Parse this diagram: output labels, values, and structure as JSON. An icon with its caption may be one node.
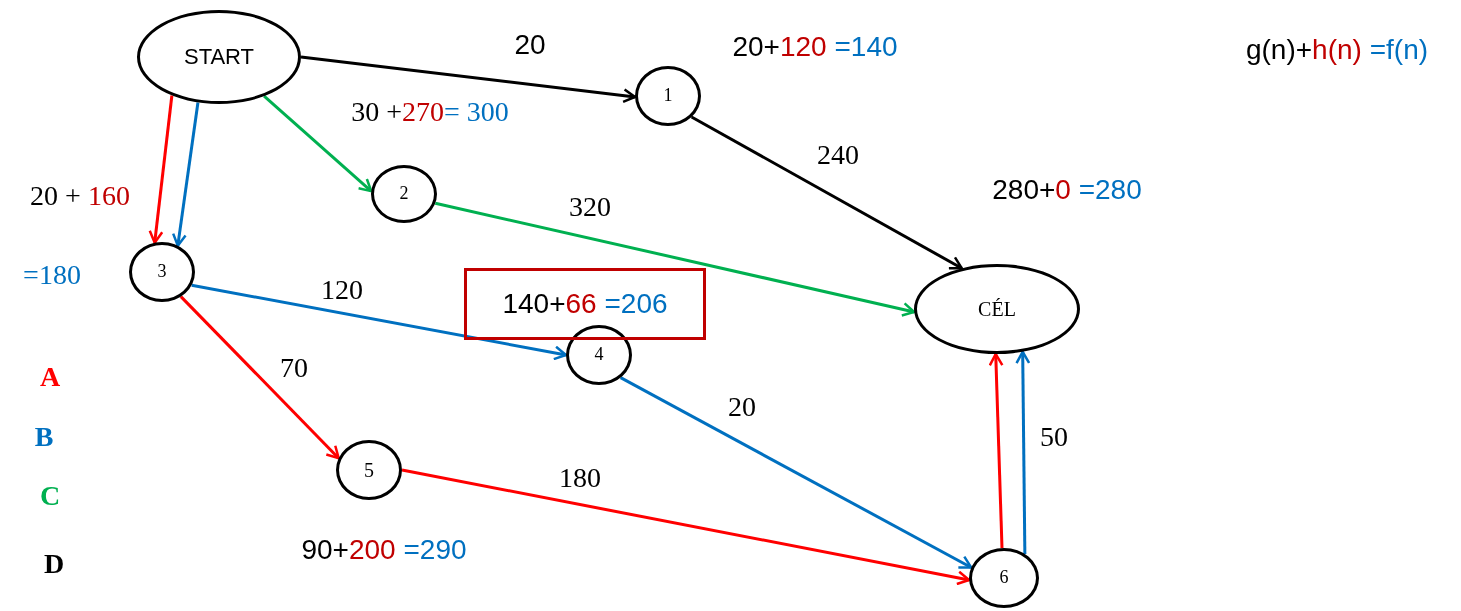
{
  "diagram": {
    "title": "g(n)+h(n) =f(n)",
    "nodes": [
      {
        "text": [
          "START"
        ]
      },
      {
        "text": [
          "1"
        ],
        "beside": [
          "20+120 =140"
        ]
      },
      {
        "text": [
          "2"
        ],
        "beside": [
          "30 +270= 300"
        ]
      },
      {
        "text": [
          "3"
        ],
        "beside": [
          "20 + 160",
          "=180"
        ]
      },
      {
        "text": [
          "4"
        ]
      },
      {
        "text": [
          "5"
        ],
        "beside": [
          "90+200 =290"
        ]
      },
      {
        "text": [
          "6"
        ]
      },
      {
        "text": [
          "CÉL"
        ],
        "beside": [
          "280+0 =280"
        ]
      },
      {
        "text": [
          "140+66 =206"
        ]
      }
    ],
    "edges": [
      {
        "from": 0,
        "to": 1,
        "arrow": "to",
        "label": "20",
        "color": "#000000"
      },
      {
        "from": 0,
        "to": 3,
        "arrow": "to",
        "color": "#ff0000"
      },
      {
        "from": 0,
        "to": 3,
        "arrow": "to",
        "color": "#0070c0"
      },
      {
        "from": 0,
        "to": 2,
        "arrow": "to",
        "color": "#00b050"
      },
      {
        "from": 1,
        "to": 7,
        "arrow": "to",
        "label": "240",
        "color": "#000000"
      },
      {
        "from": 2,
        "to": 7,
        "arrow": "to",
        "label": "320",
        "color": "#00b050"
      },
      {
        "from": 3,
        "to": 4,
        "arrow": "to",
        "label": "120",
        "color": "#0070c0"
      },
      {
        "from": 3,
        "to": 5,
        "arrow": "to",
        "label": "70",
        "color": "#ff0000"
      },
      {
        "from": 4,
        "to": 6,
        "arrow": "to",
        "label": "20",
        "color": "#0070c0"
      },
      {
        "from": 5,
        "to": 6,
        "arrow": "to",
        "label": "180",
        "color": "#ff0000"
      },
      {
        "from": 6,
        "to": 7,
        "arrow": "to",
        "color": "#ff0000"
      },
      {
        "from": 6,
        "to": 7,
        "arrow": "to",
        "label": "50",
        "color": "#0070c0"
      }
    ],
    "legend": [
      {
        "text": "A",
        "color": "#ff0000"
      },
      {
        "text": "B",
        "color": "#0070c0"
      },
      {
        "text": "C",
        "color": "#00b050"
      },
      {
        "text": "D",
        "color": "#000000"
      }
    ]
  }
}
